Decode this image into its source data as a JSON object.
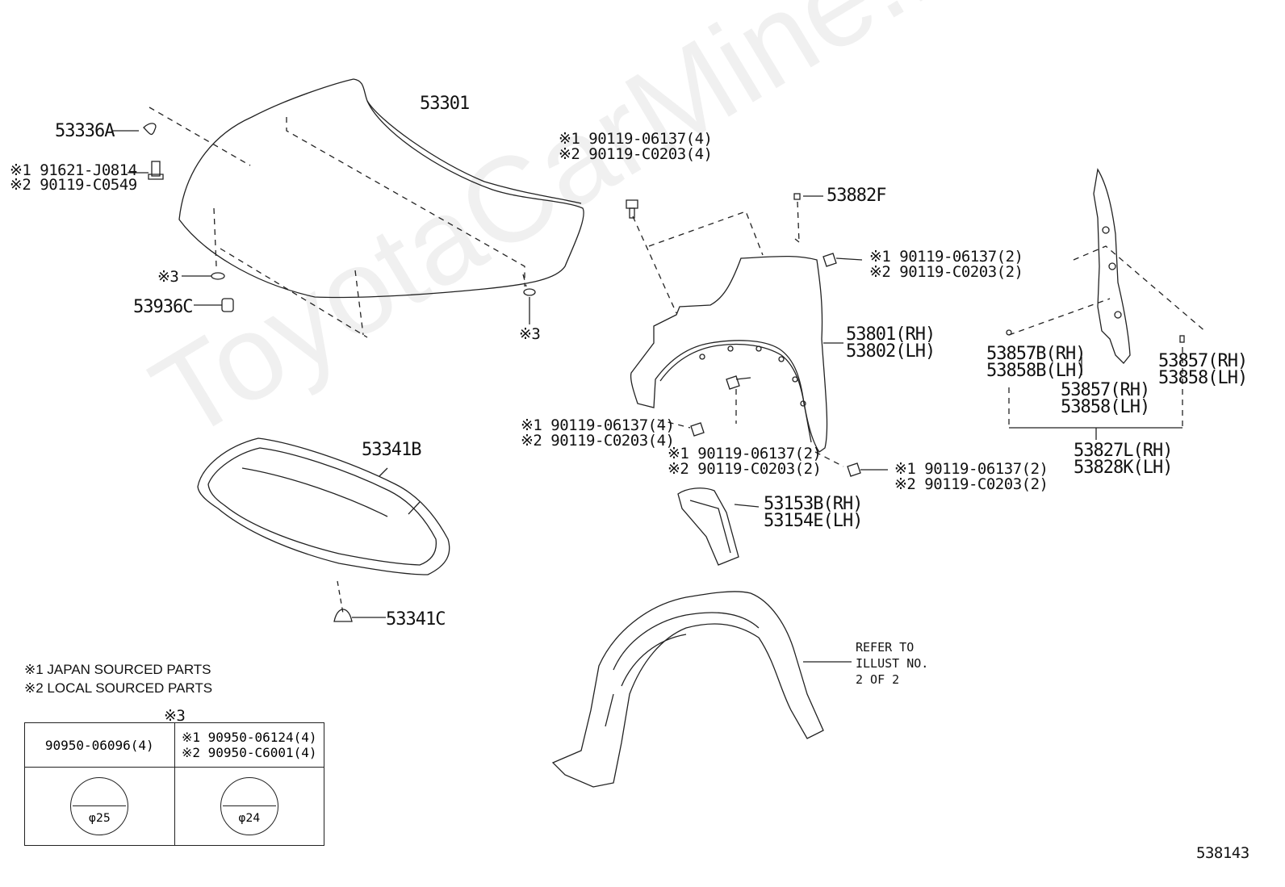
{
  "watermark": "ToyotaCarMine.ru",
  "diagram_id": "538143",
  "labels": {
    "hood": "53301",
    "hood_support_rod_holder": "53336A",
    "bolt_a_1": "※1 91621-J0814",
    "bolt_a_2": "※2 90119-C0549",
    "note3_left": "※3",
    "cushion": "53936C",
    "note3_right": "※3",
    "insulator": "53341B",
    "insulator_clip": "53341C",
    "fender_top_bolt_1": "※1 90119-06137(4)",
    "fender_top_bolt_2": "※2 90119-C0203(4)",
    "fender_clip": "53882F",
    "fender_rear_bolt_1": "※1 90119-06137(2)",
    "fender_rear_bolt_2": "※2 90119-C0203(2)",
    "fender_rh": "53801(RH)",
    "fender_lh": "53802(LH)",
    "fender_front_bolt_1": "※1 90119-06137(4)",
    "fender_front_bolt_2": "※2 90119-C0203(4)",
    "fender_mid_bolt_1": "※1 90119-06137(2)",
    "fender_mid_bolt_2": "※2 90119-C0203(2)",
    "fender_low_bolt_1": "※1 90119-06137(2)",
    "fender_low_bolt_2": "※2 90119-C0203(2)",
    "seal_rh": "53153B(RH)",
    "seal_lh": "53154E(LH)",
    "protector_b_rh": "53857B(RH)",
    "protector_b_lh": "53858B(LH)",
    "protector_rh": "53857(RH)",
    "protector_lh": "53858(LH)",
    "protector2_rh": "53857(RH)",
    "protector2_lh": "53858(LH)",
    "panel_rh": "53827L(RH)",
    "panel_lh": "53828K(LH)",
    "refer": "REFER TO\nILLUST NO.\n2 OF 2"
  },
  "notes": {
    "n1": "※1 JAPAN SOURCED PARTS",
    "n2": "※2 LOCAL SOURCED PARTS"
  },
  "clip_table": {
    "title": "※3",
    "col1_pn": "90950-06096(4)",
    "col2_pn1": "※1 90950-06124(4)",
    "col2_pn2": "※2 90950-C6001(4)",
    "col1_dia": "φ25",
    "col2_dia": "φ24"
  }
}
